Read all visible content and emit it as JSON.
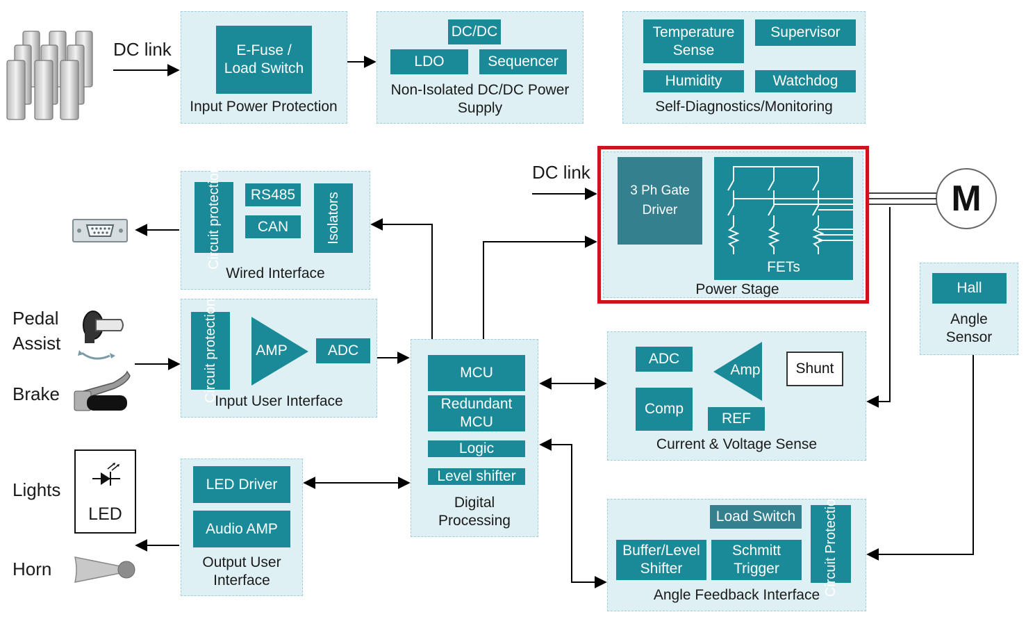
{
  "labels": {
    "dc_link_top": "DC link",
    "dc_link_mid": "DC link",
    "pedal_assist": "Pedal\nAssist",
    "brake": "Brake",
    "lights": "Lights",
    "horn": "Horn",
    "led": "LED",
    "motor": "M"
  },
  "input_power": {
    "caption": "Input Power Protection",
    "efuse": "E-Fuse /\nLoad Switch"
  },
  "power_supply": {
    "caption": "Non-Isolated DC/DC Power\nSupply",
    "dcdc": "DC/DC",
    "ldo": "LDO",
    "sequencer": "Sequencer"
  },
  "diagnostics": {
    "caption": "Self-Diagnostics/Monitoring",
    "temperature": "Temperature\nSense",
    "supervisor": "Supervisor",
    "humidity": "Humidity",
    "watchdog": "Watchdog"
  },
  "wired": {
    "caption": "Wired Interface",
    "protection": "Circuit\nprotection",
    "rs485": "RS485",
    "can": "CAN",
    "isolators": "Isolators"
  },
  "input_user": {
    "caption": "Input User Interface",
    "protection": "Circuit\nprotection",
    "amp": "AMP",
    "adc": "ADC"
  },
  "output_user": {
    "caption": "Output User\nInterface",
    "led_driver": "LED Driver",
    "audio_amp": "Audio AMP"
  },
  "digital": {
    "caption": "Digital\nProcessing",
    "mcu": "MCU",
    "redundant_mcu": "Redundant\nMCU",
    "logic": "Logic",
    "level_shifter": "Level shifter"
  },
  "power_stage": {
    "caption": "Power Stage",
    "gate_driver": "3 Ph Gate\nDriver",
    "fets": "FETs"
  },
  "current_voltage": {
    "caption": "Current & Voltage Sense",
    "adc": "ADC",
    "amp": "Amp",
    "shunt": "Shunt",
    "comp": "Comp",
    "ref": "REF"
  },
  "angle_sensor": {
    "caption": "Angle\nSensor",
    "hall": "Hall"
  },
  "angle_feedback": {
    "caption": "Angle Feedback Interface",
    "load_switch": "Load Switch",
    "buffer": "Buffer/Level\nShifter",
    "schmitt": "Schmitt\nTrigger",
    "protection": "Circuit\nProtection"
  },
  "colors": {
    "block": "#1a8a98",
    "group_fill": "#dff0f5",
    "highlight": "#d0121b"
  }
}
